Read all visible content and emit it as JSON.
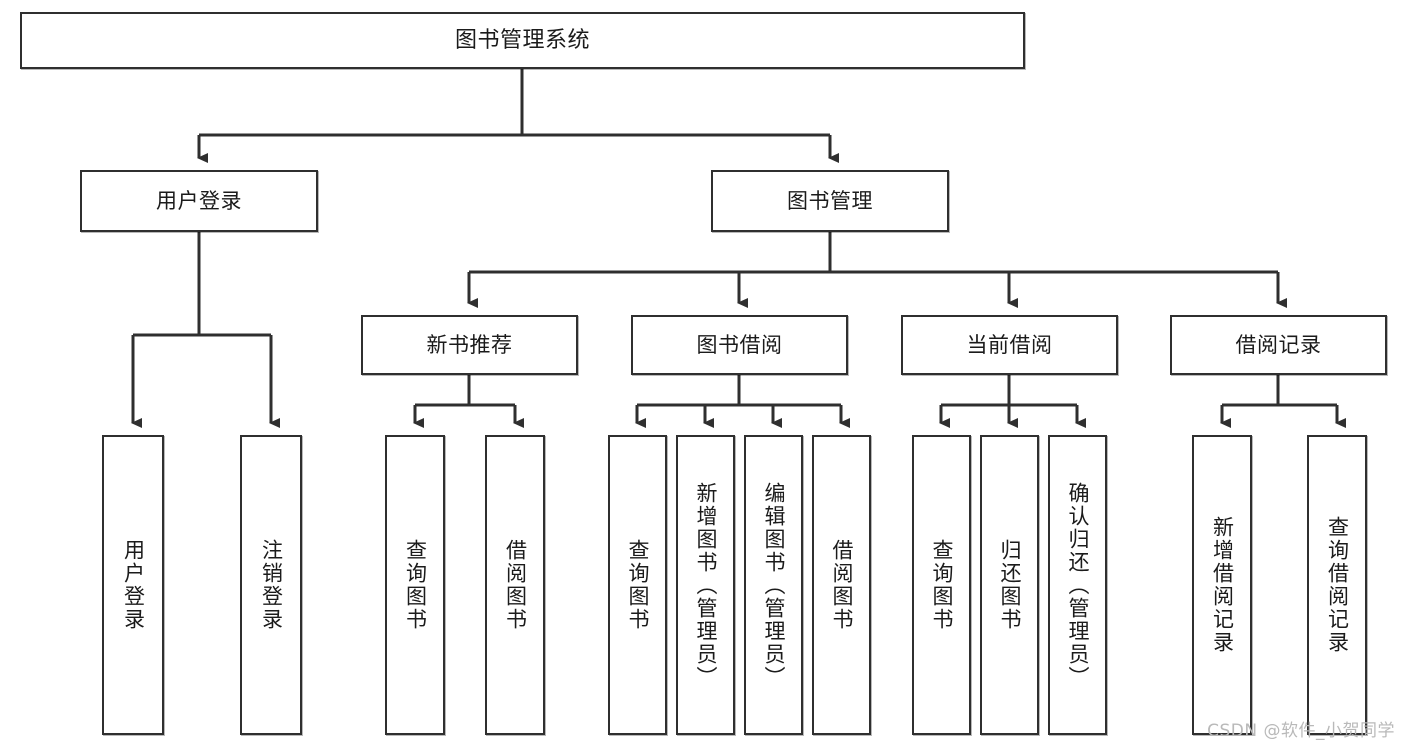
{
  "diagram": {
    "type": "tree-hierarchy",
    "title": "图书管理系统",
    "orientation": "top-down",
    "nodes": [
      {
        "id": "root",
        "label": "图书管理系统",
        "level": 0,
        "text_direction": "horizontal"
      },
      {
        "id": "user-login",
        "label": "用户登录",
        "level": 1,
        "text_direction": "horizontal"
      },
      {
        "id": "book-manage",
        "label": "图书管理",
        "level": 1,
        "text_direction": "horizontal"
      },
      {
        "id": "new-book-rec",
        "label": "新书推荐",
        "level": 2,
        "text_direction": "horizontal"
      },
      {
        "id": "book-borrow",
        "label": "图书借阅",
        "level": 2,
        "text_direction": "horizontal"
      },
      {
        "id": "current-borrow",
        "label": "当前借阅",
        "level": 2,
        "text_direction": "horizontal"
      },
      {
        "id": "borrow-record",
        "label": "借阅记录",
        "level": 2,
        "text_direction": "horizontal"
      },
      {
        "id": "leaf-user-login",
        "label": "用户登录",
        "level": 3,
        "text_direction": "vertical"
      },
      {
        "id": "leaf-logout",
        "label": "注销登录",
        "level": 3,
        "text_direction": "vertical"
      },
      {
        "id": "leaf-query-1",
        "label": "查询图书",
        "level": 3,
        "text_direction": "vertical"
      },
      {
        "id": "leaf-borrow-1",
        "label": "借阅图书",
        "level": 3,
        "text_direction": "vertical"
      },
      {
        "id": "leaf-query-2",
        "label": "查询图书",
        "level": 3,
        "text_direction": "vertical"
      },
      {
        "id": "leaf-add-book",
        "label": "新增图书（管理员）",
        "level": 3,
        "text_direction": "vertical"
      },
      {
        "id": "leaf-edit-book",
        "label": "编辑图书（管理员）",
        "level": 3,
        "text_direction": "vertical"
      },
      {
        "id": "leaf-borrow-2",
        "label": "借阅图书",
        "level": 3,
        "text_direction": "vertical"
      },
      {
        "id": "leaf-query-3",
        "label": "查询图书",
        "level": 3,
        "text_direction": "vertical"
      },
      {
        "id": "leaf-return",
        "label": "归还图书",
        "level": 3,
        "text_direction": "vertical"
      },
      {
        "id": "leaf-confirm",
        "label": "确认归还（管理员）",
        "level": 3,
        "text_direction": "vertical"
      },
      {
        "id": "leaf-add-rec",
        "label": "新增借阅记录",
        "level": 3,
        "text_direction": "vertical"
      },
      {
        "id": "leaf-query-rec",
        "label": "查询借阅记录",
        "level": 3,
        "text_direction": "vertical"
      }
    ],
    "edges": [
      {
        "from": "root",
        "to": "user-login"
      },
      {
        "from": "root",
        "to": "book-manage"
      },
      {
        "from": "book-manage",
        "to": "new-book-rec"
      },
      {
        "from": "book-manage",
        "to": "book-borrow"
      },
      {
        "from": "book-manage",
        "to": "current-borrow"
      },
      {
        "from": "book-manage",
        "to": "borrow-record"
      },
      {
        "from": "user-login",
        "to": "leaf-user-login"
      },
      {
        "from": "user-login",
        "to": "leaf-logout"
      },
      {
        "from": "new-book-rec",
        "to": "leaf-query-1"
      },
      {
        "from": "new-book-rec",
        "to": "leaf-borrow-1"
      },
      {
        "from": "book-borrow",
        "to": "leaf-query-2"
      },
      {
        "from": "book-borrow",
        "to": "leaf-add-book"
      },
      {
        "from": "book-borrow",
        "to": "leaf-edit-book"
      },
      {
        "from": "book-borrow",
        "to": "leaf-borrow-2"
      },
      {
        "from": "current-borrow",
        "to": "leaf-query-3"
      },
      {
        "from": "current-borrow",
        "to": "leaf-return"
      },
      {
        "from": "current-borrow",
        "to": "leaf-confirm"
      },
      {
        "from": "borrow-record",
        "to": "leaf-add-rec"
      },
      {
        "from": "borrow-record",
        "to": "leaf-query-rec"
      }
    ],
    "colors": {
      "stroke": "#2f2f2f",
      "fill": "#ffffff",
      "text": "#1b1b1b",
      "watermark": "#b9b9b9"
    }
  },
  "watermark": {
    "text": "CSDN @软件_小贺同学"
  }
}
